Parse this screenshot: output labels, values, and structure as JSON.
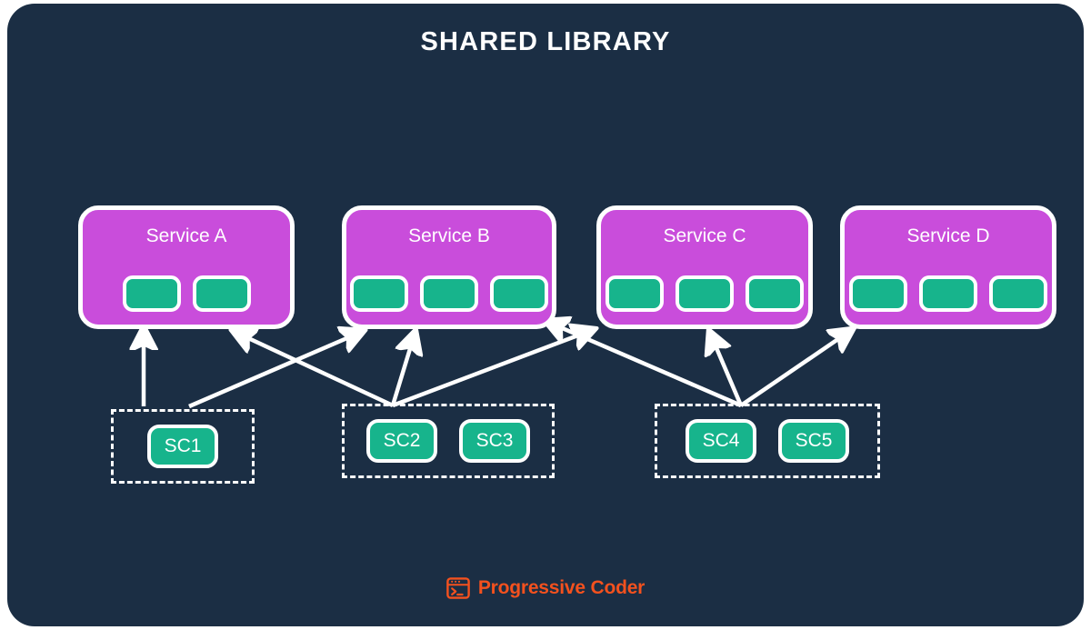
{
  "diagram": {
    "title": "SHARED LIBRARY",
    "background_color": "#1b2e44",
    "service_color": "#c94ddb",
    "component_color": "#17b48c",
    "accent_color": "#f4511e",
    "line_color": "#ffffff"
  },
  "services": [
    {
      "id": "service-a",
      "label": "Service A",
      "module_count": 2
    },
    {
      "id": "service-b",
      "label": "Service B",
      "module_count": 3
    },
    {
      "id": "service-c",
      "label": "Service C",
      "module_count": 3
    },
    {
      "id": "service-d",
      "label": "Service D",
      "module_count": 3
    }
  ],
  "shared_groups": [
    {
      "id": "group-1",
      "components": [
        {
          "label": "SC1"
        }
      ]
    },
    {
      "id": "group-2",
      "components": [
        {
          "label": "SC2"
        },
        {
          "label": "SC3"
        }
      ]
    },
    {
      "id": "group-3",
      "components": [
        {
          "label": "SC4"
        },
        {
          "label": "SC5"
        }
      ]
    }
  ],
  "connections": [
    {
      "from": "group-1",
      "to": "service-a"
    },
    {
      "from": "group-1",
      "to": "service-b"
    },
    {
      "from": "group-2",
      "to": "service-a"
    },
    {
      "from": "group-2",
      "to": "service-b"
    },
    {
      "from": "group-2",
      "to": "service-c"
    },
    {
      "from": "group-3",
      "to": "service-b"
    },
    {
      "from": "group-3",
      "to": "service-c"
    },
    {
      "from": "group-3",
      "to": "service-d"
    }
  ],
  "footer": {
    "brand": "Progressive Coder",
    "icon": "terminal-window-icon"
  }
}
